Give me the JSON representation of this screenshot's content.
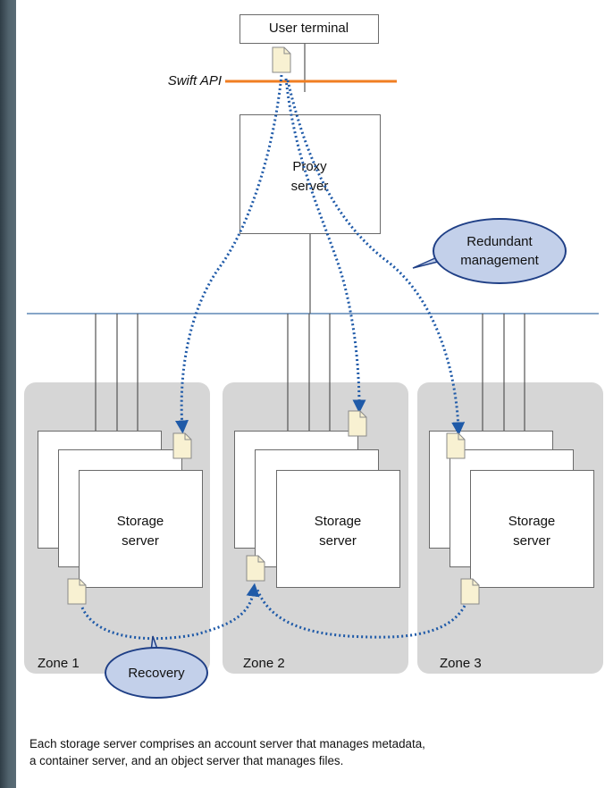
{
  "diagram": {
    "user_terminal": "User terminal",
    "swift_api": "Swift API",
    "proxy_server": [
      "Proxy",
      "server"
    ],
    "redundant_management": [
      "Redundant",
      "management"
    ],
    "storage_server": [
      "Storage",
      "server"
    ],
    "zones": [
      "Zone 1",
      "Zone 2",
      "Zone 3"
    ],
    "recovery": "Recovery",
    "caption": [
      "Each storage server comprises an account server that manages metadata,",
      "a container server, and an object server that manages files."
    ]
  },
  "colors": {
    "api_line": "#f07e22",
    "dotted_arrow": "#1f5aa8",
    "bubble_fill": "#c3d0ea",
    "bubble_border": "#1f3f86",
    "zone_fill": "#d6d6d6",
    "network_line": "#3d6fa8",
    "document_fill": "#f8f1d2"
  }
}
